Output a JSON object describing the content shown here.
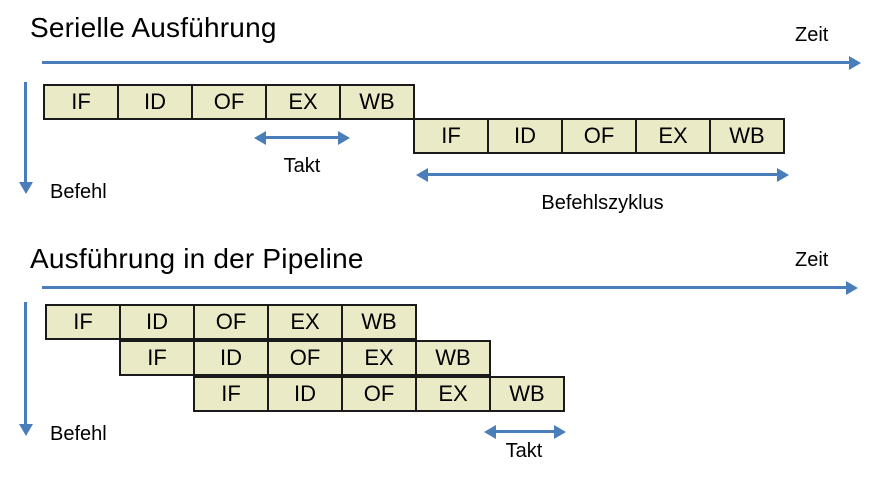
{
  "colors": {
    "accent_blue": "#4a7ebb",
    "box_fill": "#eaeac6",
    "box_border": "#1a1a1a",
    "text": "#000000",
    "background": "#ffffff"
  },
  "sections": [
    {
      "title": "Serielle Ausführung",
      "time_axis_label": "Zeit",
      "instruction_axis_label": "Befehl",
      "clock_label": "Takt",
      "instruction_cycle_label": "Befehlszyklus",
      "instructions": [
        {
          "stages": [
            "IF",
            "ID",
            "OF",
            "EX",
            "WB"
          ]
        },
        {
          "stages": [
            "IF",
            "ID",
            "OF",
            "EX",
            "WB"
          ]
        }
      ]
    },
    {
      "title": "Ausführung in der Pipeline",
      "time_axis_label": "Zeit",
      "instruction_axis_label": "Befehl",
      "clock_label": "Takt",
      "instructions": [
        {
          "stages": [
            "IF",
            "ID",
            "OF",
            "EX",
            "WB"
          ]
        },
        {
          "stages": [
            "IF",
            "ID",
            "OF",
            "EX",
            "WB"
          ]
        },
        {
          "stages": [
            "IF",
            "ID",
            "OF",
            "EX",
            "WB"
          ]
        }
      ]
    }
  ]
}
